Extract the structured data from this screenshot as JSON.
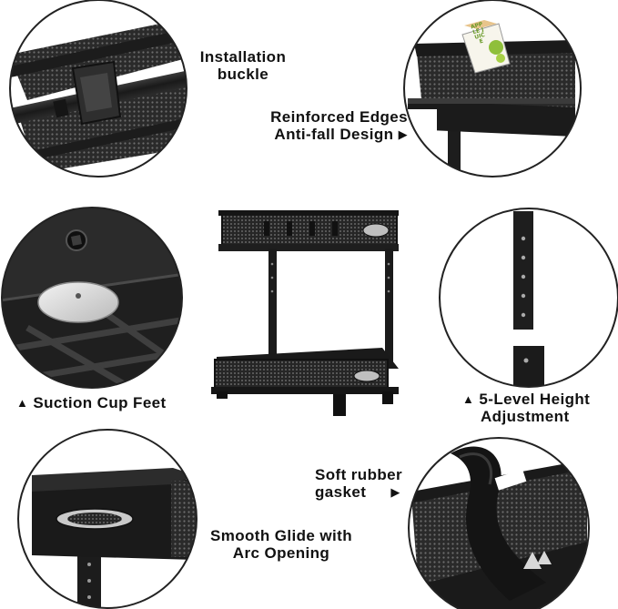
{
  "callouts": {
    "installation_buckle": {
      "line1": "Installation",
      "line2": "buckle"
    },
    "reinforced_edges": {
      "line1": "Reinforced Edges",
      "line2": "Anti-fall Design"
    },
    "suction_cup": {
      "text": "Suction Cup Feet"
    },
    "height_adjustment": {
      "line1": "5-Level Height",
      "line2": "Adjustment"
    },
    "rubber_gasket": {
      "line1": "Soft rubber",
      "line2": "gasket"
    },
    "smooth_glide": {
      "line1": "Smooth Glide with",
      "line2": "Arc Opening"
    }
  },
  "carton_text": "APPLE JUICE",
  "colors": {
    "ink": "#111111",
    "metal": "#1f1f1f",
    "ring": "#222222",
    "background": "#ffffff"
  }
}
